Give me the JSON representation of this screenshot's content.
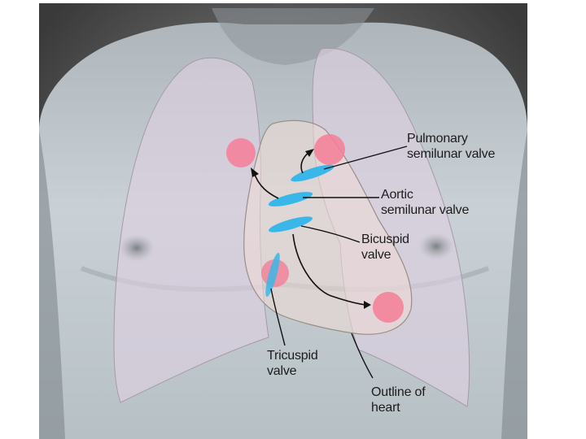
{
  "figure": {
    "background_color": "#6b6b6b",
    "skin_color": "#c4cdd2",
    "lung_color": "#d9cfdc",
    "heart_outline_color": "#e9d6cf",
    "valve_color": "#39b7e8",
    "auscultation_site_color": "#f47d97"
  },
  "labels": {
    "pulmonary": {
      "line1": "Pulmonary",
      "line2": "semilunar valve"
    },
    "aortic": {
      "line1": "Aortic",
      "line2": "semilunar valve"
    },
    "bicuspid": {
      "line1": "Bicuspid",
      "line2": "valve"
    },
    "tricuspid": {
      "line1": "Tricuspid",
      "line2": "valve"
    },
    "heart": {
      "line1": "Outline of",
      "line2": "heart"
    }
  }
}
